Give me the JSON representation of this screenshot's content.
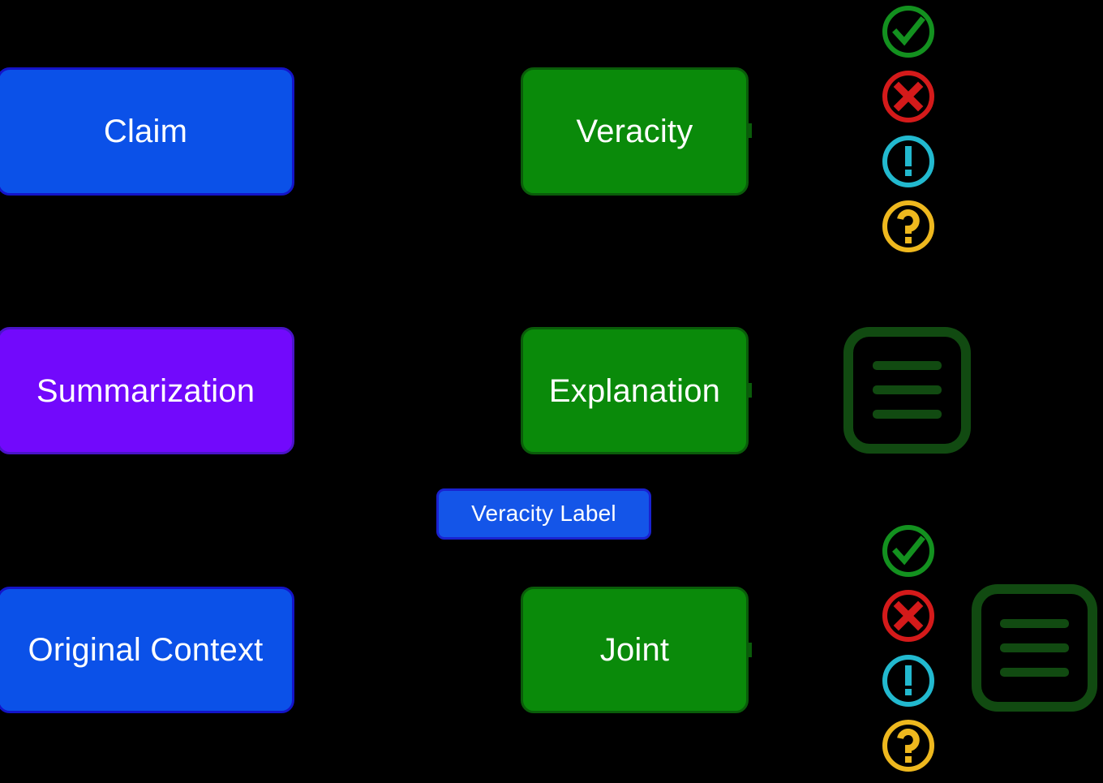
{
  "diagram": {
    "background_color": "#000000",
    "colors": {
      "blue_fill": "#0b51e8",
      "blue_border": "#1414c8",
      "purple_fill": "#7209fc",
      "purple_border": "#4a14c8",
      "green_fill": "#0a8a0a",
      "green_border": "#0a5c0a",
      "badge_fill": "#1455e8",
      "badge_border": "#1a22d0",
      "check_green": "#13911f",
      "cross_red": "#d41a1a",
      "exclaim_cyan": "#22b9cf",
      "question_yellow": "#eeb81e",
      "document_dark_green": "#114a11",
      "text_white": "#ffffff"
    }
  },
  "inputs": {
    "claim": "Claim",
    "summarization": "Summarization",
    "original_context": "Original Context"
  },
  "tasks": {
    "veracity": "Veracity",
    "explanation": "Explanation",
    "joint": "Joint"
  },
  "badge": {
    "veracity_label": "Veracity Label"
  },
  "outputs": {
    "status_icons": [
      {
        "name": "check-circle-icon",
        "meaning": "supported",
        "color": "#13911f"
      },
      {
        "name": "cross-circle-icon",
        "meaning": "refuted",
        "color": "#d41a1a"
      },
      {
        "name": "exclaim-circle-icon",
        "meaning": "conflicting",
        "color": "#22b9cf"
      },
      {
        "name": "question-circle-icon",
        "meaning": "not-enough-info",
        "color": "#eeb81e"
      }
    ],
    "document_icon": {
      "name": "document-lines-icon",
      "meaning": "generated-explanation-text",
      "color": "#114a11"
    }
  }
}
